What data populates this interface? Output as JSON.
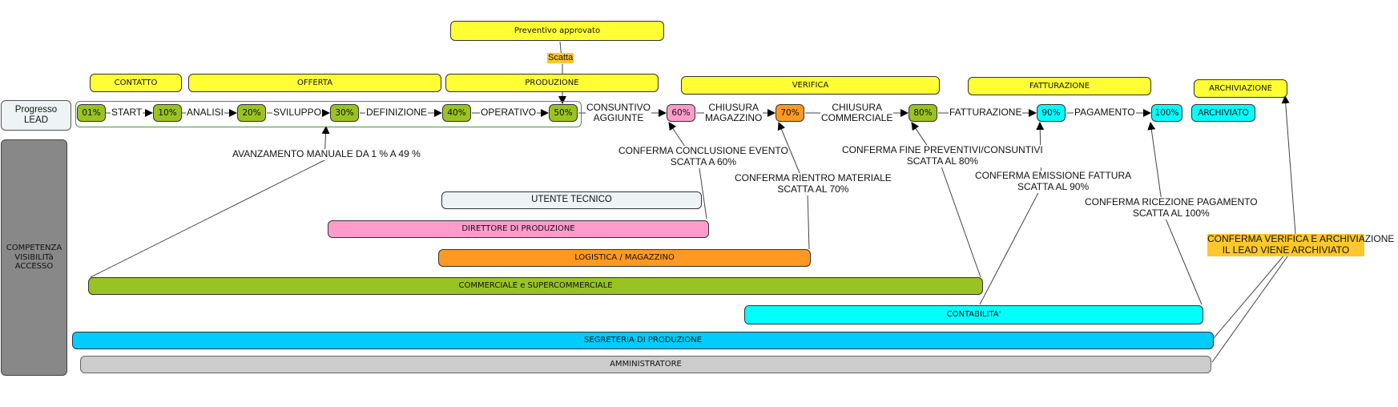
{
  "top": {
    "approved": "Preventivo approvato",
    "trigger": "Scatta"
  },
  "phases": {
    "contatto": "CONTATTO",
    "offerta": "OFFERTA",
    "produzione": "PRODUZIONE",
    "verifica": "VERIFICA",
    "fatturazione": "FATTURAZIONE",
    "archiviazione": "ARCHIVIAZIONE"
  },
  "row_label": {
    "line1": "Progresso",
    "line2": "LEAD"
  },
  "progress": {
    "p01": "01%",
    "p10": "10%",
    "p20": "20%",
    "p30": "30%",
    "p40": "40%",
    "p50": "50%",
    "p60": "60%",
    "p70": "70%",
    "p80": "80%",
    "p90": "90%",
    "p100": "100%",
    "archived": "ARCHIVIATO"
  },
  "steps": {
    "start": "START",
    "analisi": "ANALISI",
    "sviluppo": "SVILUPPO",
    "definizione": "DEFINIZIONE",
    "operativo": "OPERATIVO",
    "consuntivo_1": "CONSUNTIVO",
    "consuntivo_2": "AGGIUNTE",
    "chiusura_mag_1": "CHIUSURA",
    "chiusura_mag_2": "MAGAZZINO",
    "chiusura_com_1": "CHIUSURA",
    "chiusura_com_2": "COMMERCIALE",
    "fatturazione": "FATTURAZIONE",
    "pagamento": "PAGAMENTO"
  },
  "notes": {
    "manual": "AVANZAMENTO MANUALE DA 1 % A 49 %",
    "evento_1": "CONFERMA CONCLUSIONE EVENTO",
    "evento_2": "SCATTA A 60%",
    "materiale_1": "CONFERMA RIENTRO MATERIALE",
    "materiale_2": "SCATTA AL 70%",
    "preventivi_1": "CONFERMA FINE PREVENTIVI/CONSUNTIVI",
    "preventivi_2": "SCATTA AL 80%",
    "fattura_1": "CONFERMA EMISSIONE FATTURA",
    "fattura_2": "SCATTA AL 90%",
    "pagamento_1": "CONFERMA RICEZIONE PAGAMENTO",
    "pagamento_2": "SCATTA AL 100%",
    "archiviazione_1": "CONFERMA VERIFICA E ARCHIVIAZIONE",
    "archiviazione_2": "IL LEAD VIENE ARCHIVIATO"
  },
  "side_label": {
    "line1": "COMPETENZA",
    "line2": "VISIBILITà",
    "line3": "ACCESSO"
  },
  "roles": {
    "utente_tecnico": "UTENTE TECNICO",
    "direttore": "DIRETTORE DI PRODUZIONE",
    "logistica": "LOGISTICA / MAGAZZINO",
    "commerciale": "COMMERCIALE e SUPERCOMMERCIALE",
    "contabilita": "CONTABILITA'",
    "segreteria": "SEGRETERIA DI PRODUZIONE",
    "amministratore": "AMMINISTRATORE"
  },
  "colors": {
    "phase_yellow": "#ffff33",
    "progress_green": "#99c322",
    "progress_pink": "#ff9ccc",
    "progress_orange": "#ff9922",
    "progress_cyan": "#00ffff",
    "role_light": "#eef4f6",
    "role_segreteria": "#00ccff",
    "role_admin": "#cccccc",
    "side_gray": "#888888",
    "note_highlight": "#ffc82a"
  }
}
